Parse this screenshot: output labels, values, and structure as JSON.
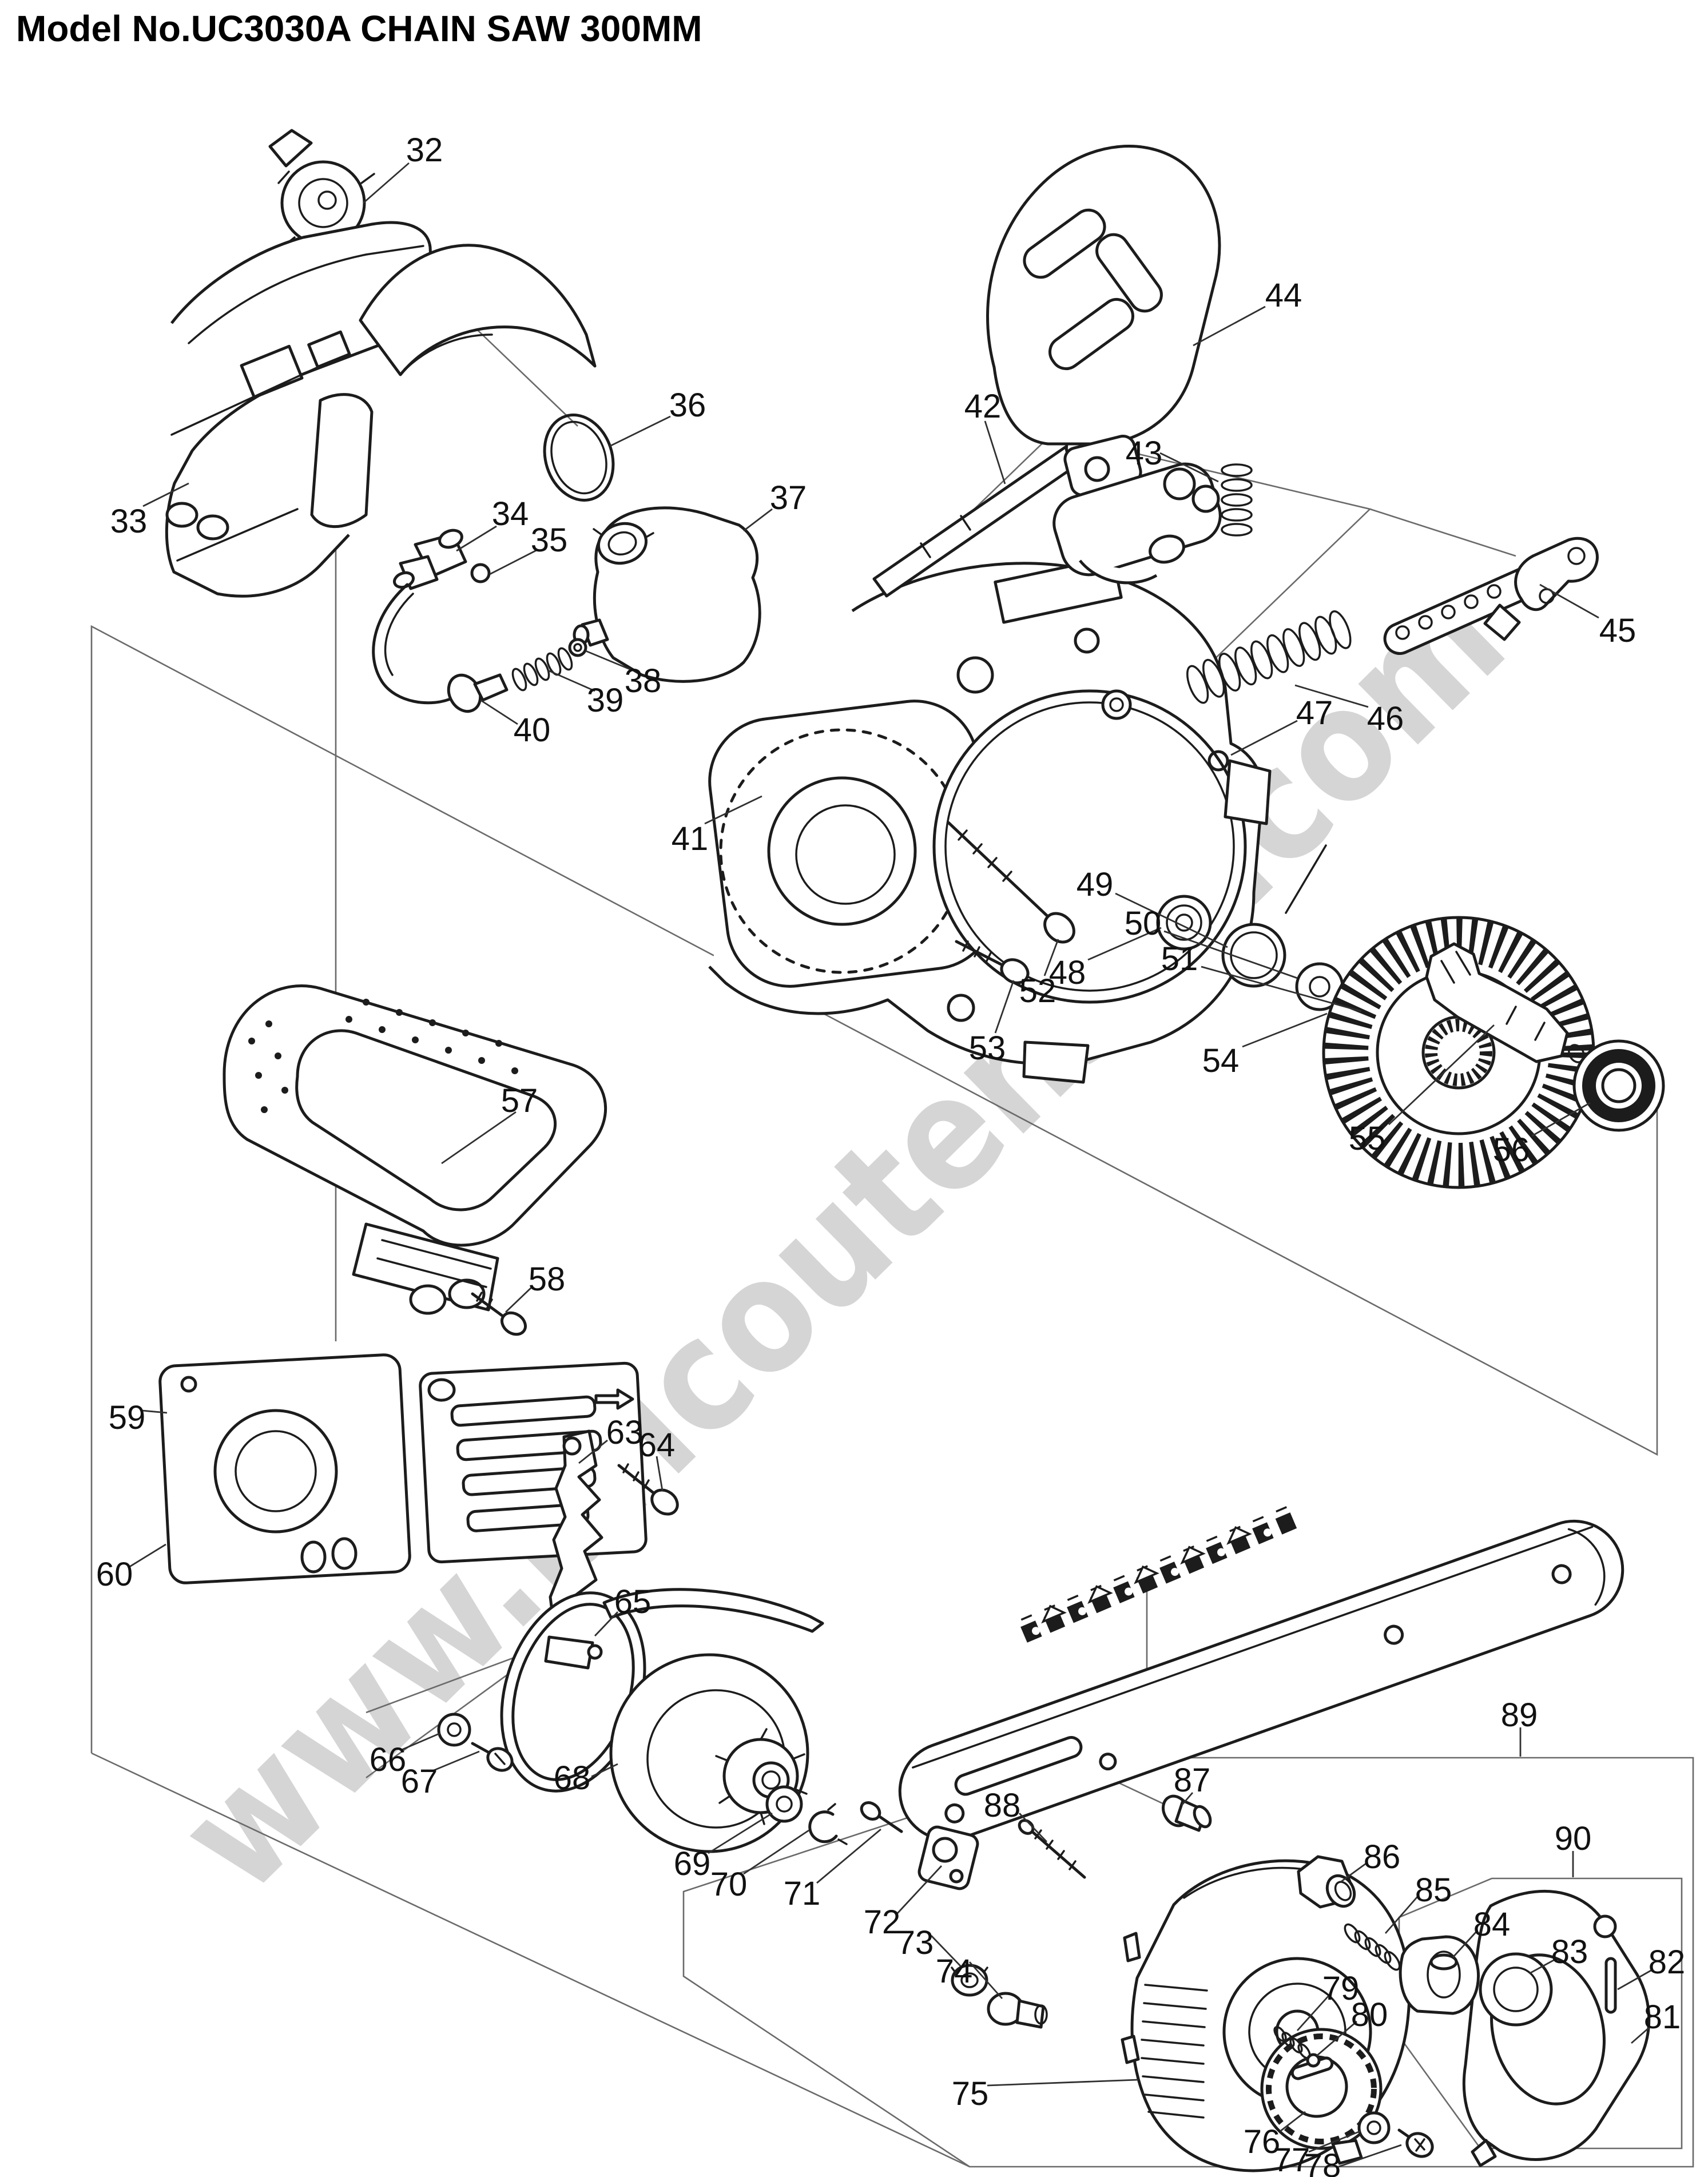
{
  "title": "Model No.UC3030A CHAIN SAW 300MM",
  "watermark": "www.bricoutensili.com",
  "diagram": {
    "parts": [
      {
        "label": "32"
      },
      {
        "label": "33"
      },
      {
        "label": "34"
      },
      {
        "label": "35"
      },
      {
        "label": "36"
      },
      {
        "label": "37"
      },
      {
        "label": "38"
      },
      {
        "label": "39"
      },
      {
        "label": "40"
      },
      {
        "label": "41"
      },
      {
        "label": "42"
      },
      {
        "label": "43"
      },
      {
        "label": "44"
      },
      {
        "label": "45"
      },
      {
        "label": "46"
      },
      {
        "label": "47"
      },
      {
        "label": "48"
      },
      {
        "label": "49"
      },
      {
        "label": "50"
      },
      {
        "label": "51"
      },
      {
        "label": "52"
      },
      {
        "label": "53"
      },
      {
        "label": "54"
      },
      {
        "label": "55"
      },
      {
        "label": "56"
      },
      {
        "label": "57"
      },
      {
        "label": "58"
      },
      {
        "label": "59"
      },
      {
        "label": "60"
      },
      {
        "label": "63"
      },
      {
        "label": "64"
      },
      {
        "label": "65"
      },
      {
        "label": "66"
      },
      {
        "label": "67"
      },
      {
        "label": "68"
      },
      {
        "label": "69"
      },
      {
        "label": "70"
      },
      {
        "label": "71"
      },
      {
        "label": "72"
      },
      {
        "label": "73"
      },
      {
        "label": "74"
      },
      {
        "label": "75"
      },
      {
        "label": "76"
      },
      {
        "label": "77"
      },
      {
        "label": "78"
      },
      {
        "label": "79"
      },
      {
        "label": "80"
      },
      {
        "label": "81"
      },
      {
        "label": "82"
      },
      {
        "label": "83"
      },
      {
        "label": "84"
      },
      {
        "label": "85"
      },
      {
        "label": "86"
      },
      {
        "label": "87"
      },
      {
        "label": "88"
      },
      {
        "label": "89"
      },
      {
        "label": "90"
      }
    ]
  }
}
